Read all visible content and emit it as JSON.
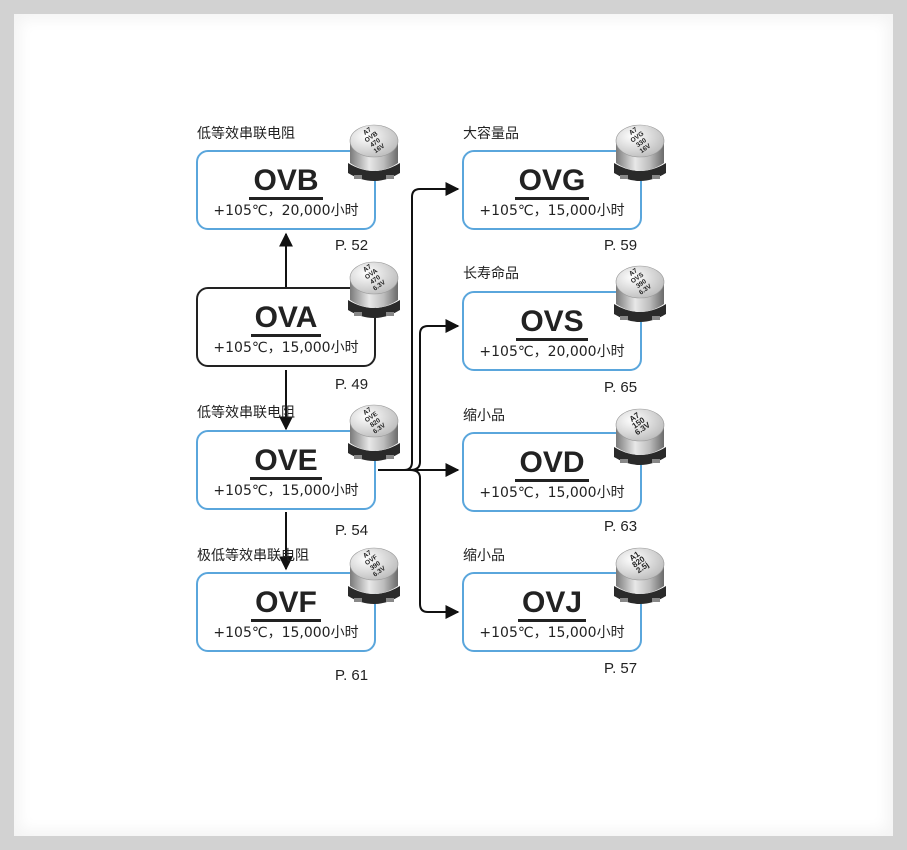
{
  "products": [
    {
      "id": "ovb",
      "name": "OVB",
      "category": "低等效串联电阻",
      "spec": "+105℃，20,000小时",
      "page": "P. 52",
      "cap_text": [
        "A7",
        "OVB",
        "470",
        "16V"
      ]
    },
    {
      "id": "ova",
      "name": "OVA",
      "category": "",
      "spec": "+105℃，15,000小时",
      "page": "P. 49",
      "cap_text": [
        "A7",
        "OVA",
        "470",
        "6.3V"
      ]
    },
    {
      "id": "ove",
      "name": "OVE",
      "category": "低等效串联电阻",
      "spec": "+105℃，15,000小时",
      "page": "P. 54",
      "cap_text": [
        "A7",
        "OVE",
        "820",
        "6.3V"
      ]
    },
    {
      "id": "ovf",
      "name": "OVF",
      "category": "极低等效串联电阻",
      "spec": "+105℃，15,000小时",
      "page": "P. 61",
      "cap_text": [
        "A7",
        "OVF",
        "390",
        "6.3V"
      ]
    },
    {
      "id": "ovg",
      "name": "OVG",
      "category": "大容量品",
      "spec": "+105℃，15,000小时",
      "page": "P. 59",
      "cap_text": [
        "A7",
        "OVG",
        "330",
        "16V"
      ]
    },
    {
      "id": "ovs",
      "name": "OVS",
      "category": "长寿命品",
      "spec": "+105℃，20,000小时",
      "page": "P. 65",
      "cap_text": [
        "A7",
        "OVS",
        "390",
        "6.3V"
      ]
    },
    {
      "id": "ovd",
      "name": "OVD",
      "category": "缩小品",
      "spec": "+105℃，15,000小时",
      "page": "P. 63",
      "cap_text": [
        "A7",
        "150",
        "6.3V"
      ]
    },
    {
      "id": "ovj",
      "name": "OVJ",
      "category": "缩小品",
      "spec": "+105℃，15,000小时",
      "page": "P. 57",
      "cap_text": [
        "A1",
        "820",
        "2.5j"
      ]
    }
  ],
  "colors": {
    "box_border": "#5aa6dc",
    "root_border": "#222222",
    "line": "#111111"
  }
}
